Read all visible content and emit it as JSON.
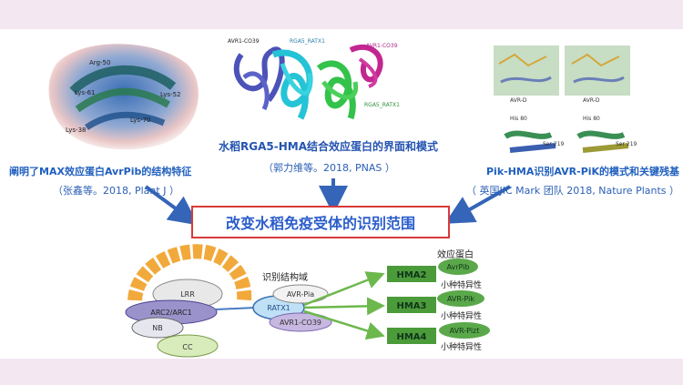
{
  "left": {
    "structure_labels": [
      "Arg-50",
      "Lys-61",
      "Lys-52",
      "Lys-70",
      "Lys-38"
    ],
    "caption": "阐明了MAX效应蛋白AvrPib的结构特征",
    "citation": "（张鑫等。2018, Plant J ）"
  },
  "center": {
    "structure_labels": [
      "AVR1-CO39",
      "RGA5_RATX1",
      "AVR1-CO39",
      "RGA5_RATX1"
    ],
    "caption": "水稻RGA5-HMA结合效应蛋白的界面和模式",
    "citation": "（郭力维等。2018, PNAS ）"
  },
  "right": {
    "structure_labels": [
      "AVR-D",
      "AVR-D",
      "His 80",
      "His 80",
      "Ser 219",
      "Ser 219"
    ],
    "caption": "Pik-HMA识别AVR-PiK的模式和关键残基",
    "citation": "（ 英国JIC Mark 团队 2018, Nature Plants ）"
  },
  "main_title": "改变水稻免疫受体的识别范围",
  "receptor": {
    "lrr": "LRR",
    "arc": "ARC2/ARC1",
    "nb": "NB",
    "cc": "CC",
    "ratx1": "RATX1",
    "effectors": [
      "AVR-Pia",
      "AVR1-CO39"
    ],
    "domain_label": "识别结构域"
  },
  "hma": {
    "header": "效应蛋白",
    "rows": [
      {
        "hma": "HMA2",
        "effector": "AvrPib",
        "note": "小种特异性"
      },
      {
        "hma": "HMA3",
        "effector": "AVR-Pik",
        "note": "小种特异性"
      },
      {
        "hma": "HMA4",
        "effector": "AVR-Pizt",
        "note": "小种特异性"
      }
    ]
  },
  "colors": {
    "caption_blue": "#1f5fbf",
    "arrow_blue": "#3465b8",
    "title_border": "#d83a3a",
    "hma_green": "#4c9b3a",
    "effector_green": "#5aa84a",
    "lrr_orange": "#f2a93b"
  }
}
